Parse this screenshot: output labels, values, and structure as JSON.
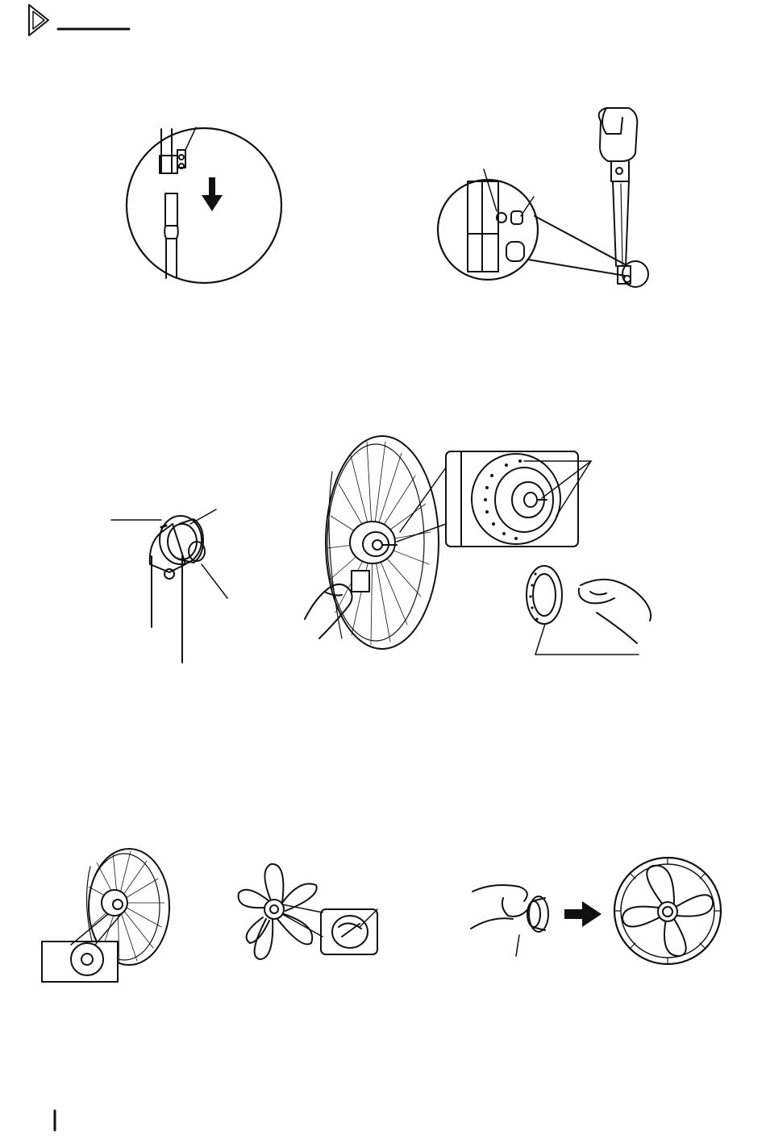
{
  "page": {
    "background": "#ffffff",
    "ink": "#111111"
  },
  "header": {
    "icon": "play-triangle-outline-icon"
  },
  "figures": [
    {
      "id": "step1-pole-insert",
      "icons": [
        "down-arrow-icon"
      ]
    },
    {
      "id": "step1-pole-assembled"
    },
    {
      "id": "step2-motor-hub"
    },
    {
      "id": "step2-rear-guard-mount"
    },
    {
      "id": "step3-rear-guard-fixed"
    },
    {
      "id": "step3-blade-attach"
    },
    {
      "id": "step3-guard-complete",
      "icons": [
        "right-arrow-icon"
      ]
    }
  ]
}
